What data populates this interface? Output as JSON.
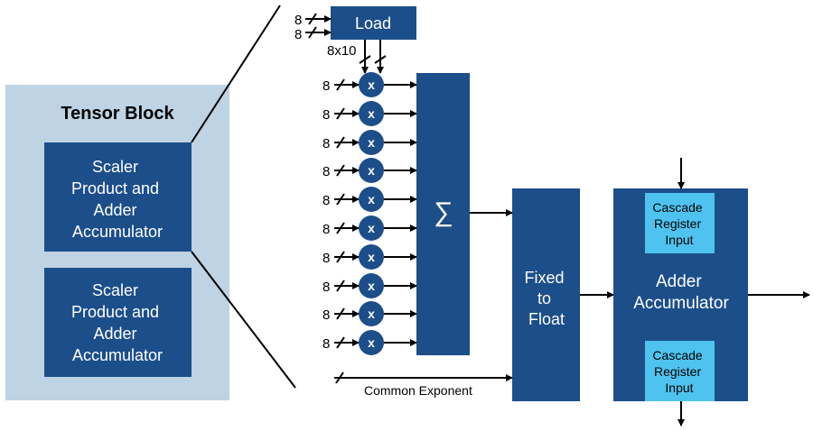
{
  "tensor_block": {
    "title": "Tensor Block",
    "units": [
      {
        "lines": [
          "Scaler",
          "Product and",
          "Adder",
          "Accumulator"
        ]
      },
      {
        "lines": [
          "Scaler",
          "Product and",
          "Adder",
          "Accumulator"
        ]
      }
    ]
  },
  "load": {
    "label": "Load",
    "input_widths": [
      "8",
      "8"
    ],
    "output_width": "8x10"
  },
  "multipliers": {
    "symbol": "x",
    "input_width": "8",
    "count": 10
  },
  "sum": {
    "symbol": "∑"
  },
  "fixed_to_float": {
    "lines": [
      "Fixed",
      "to",
      "Float"
    ]
  },
  "common_exponent": {
    "label": "Common Exponent"
  },
  "adder_accumulator": {
    "lines": [
      "Adder",
      "Accumulator"
    ],
    "cascade_top": {
      "lines": [
        "Cascade",
        "Register",
        "Input"
      ]
    },
    "cascade_bottom": {
      "lines": [
        "Cascade",
        "Register",
        "Input"
      ]
    }
  },
  "colors": {
    "block": "#1c4e8a",
    "cascade": "#4fc3ef",
    "panel": "#bed3e3",
    "line": "#000000"
  }
}
